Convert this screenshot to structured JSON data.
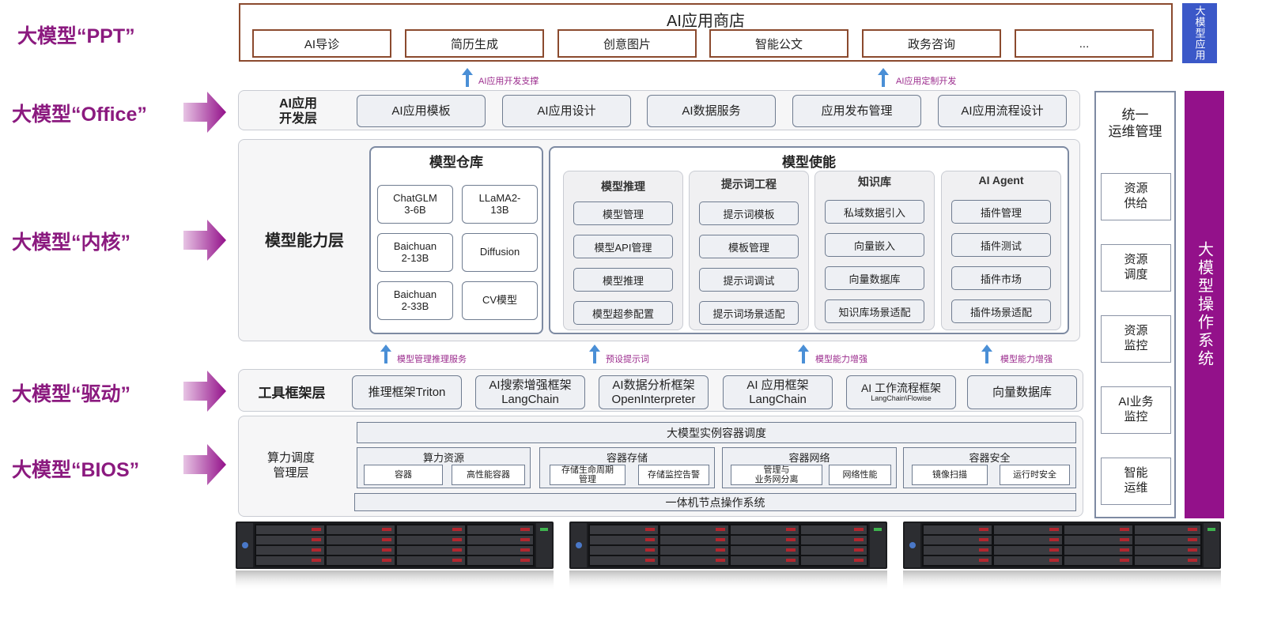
{
  "left_labels": [
    {
      "text": "大模型“PPT”"
    },
    {
      "text": "大模型“Office”"
    },
    {
      "text": "大模型“内核”"
    },
    {
      "text": "大模型“驱动”"
    },
    {
      "text": "大模型“BIOS”"
    }
  ],
  "store": {
    "title": "AI应用商店",
    "items": [
      "AI导诊",
      "简历生成",
      "创意图片",
      "智能公文",
      "政务咨询",
      "..."
    ]
  },
  "top_side_label": "大模型应用",
  "top_arrows": [
    "AI应用开发支撑",
    "AI应用定制开发"
  ],
  "dev_layer": {
    "title": "AI应用\n开发层",
    "items": [
      "AI应用模板",
      "AI应用设计",
      "AI数据服务",
      "应用发布管理",
      "AI应用流程设计"
    ]
  },
  "model_layer": {
    "title": "模型能力层",
    "warehouse": {
      "title": "模型仓库",
      "models": [
        "ChatGLM\n3-6B",
        "LLaMA2-\n13B",
        "Baichuan\n2-13B",
        "Diffusion",
        "Baichuan\n2-33B",
        "CV模型"
      ]
    },
    "enable": {
      "title": "模型使能",
      "groups": [
        {
          "title": "模型推理",
          "items": [
            "模型管理",
            "模型API管理",
            "模型推理",
            "模型超参配置"
          ]
        },
        {
          "title": "提示词工程",
          "items": [
            "提示词模板",
            "模板管理",
            "提示词调试",
            "提示词场景适配"
          ]
        },
        {
          "title": "知识库",
          "items": [
            "私域数据引入",
            "向量嵌入",
            "向量数据库",
            "知识库场景适配"
          ]
        },
        {
          "title": "AI Agent",
          "items": [
            "插件管理",
            "插件测试",
            "插件市场",
            "插件场景适配"
          ]
        }
      ]
    }
  },
  "mid_arrows": [
    "模型管理推理服务",
    "预设提示词",
    "模型能力增强",
    "模型能力增强"
  ],
  "tool_layer": {
    "title": "工具框架层",
    "items": [
      "推理框架Triton",
      "AI搜索增强框架\nLangChain",
      "AI数据分析框架\nOpenInterpreter",
      "AI 应用框架\nLangChain",
      "AI 工作流程框架",
      "向量数据库"
    ],
    "workflow_sub": "LangChain\\Flowise"
  },
  "compute_layer": {
    "title": "算力调度\n管理层",
    "top_bar": "大模型实例容器调度",
    "groups": [
      {
        "title": "算力资源",
        "items": [
          "容器",
          "高性能容器"
        ]
      },
      {
        "title": "容器存储",
        "items": [
          "存储生命周期\n管理",
          "存储监控告警"
        ]
      },
      {
        "title": "容器网络",
        "items": [
          "管理与\n业务网分离",
          "网络性能"
        ]
      },
      {
        "title": "容器安全",
        "items": [
          "镜像扫描",
          "运行时安全"
        ]
      }
    ],
    "bottom_bar": "一体机节点操作系统"
  },
  "ops": {
    "title": "统一\n运维管理",
    "items": [
      "资源\n供给",
      "资源\n调度",
      "资源\n监控",
      "AI业务\n监控",
      "智能\n运维"
    ]
  },
  "os_label": "大模型操作系统",
  "colors": {
    "purple": "#93118a",
    "label": "#8b1a7f",
    "store_border": "#8b4a2e",
    "arrow_blue": "#4a8fd6"
  }
}
